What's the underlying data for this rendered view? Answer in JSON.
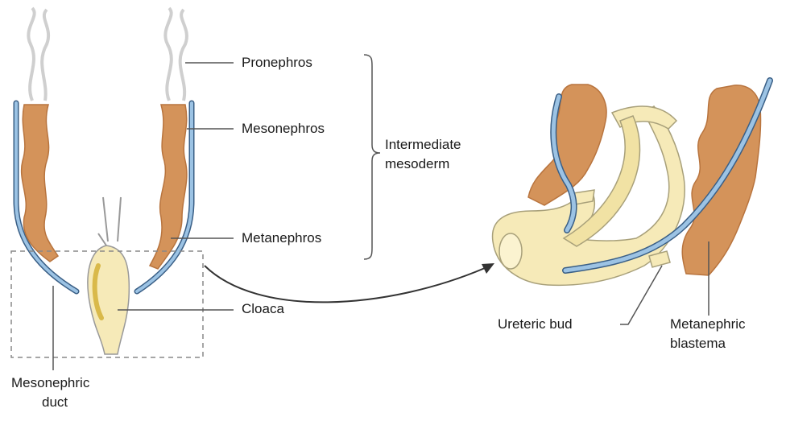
{
  "labels": {
    "pronephros": "Pronephros",
    "mesonephros": "Mesonephros",
    "metanephros": "Metanephros",
    "intermediate_mesoderm_line1": "Intermediate",
    "intermediate_mesoderm_line2": "mesoderm",
    "cloaca": "Cloaca",
    "mesonephric_duct_line1": "Mesonephric",
    "mesonephric_duct_line2": "duct",
    "ureteric_bud_part1": "Ureteric",
    "ureteric_bud_part2": "bud",
    "metanephric_blastema_line1": "Metanephric",
    "metanephric_blastema_line2": "blastema"
  },
  "colors": {
    "nephric_tissue": "#d4935a",
    "nephric_tissue_dark": "#b8743e",
    "duct": "#9cc3e4",
    "duct_outline": "#3a5f86",
    "cloaca_fill": "#f6eab8",
    "cloaca_lumen": "#d9b94a",
    "leader_line": "#555555",
    "dashed_box": "#888888"
  }
}
